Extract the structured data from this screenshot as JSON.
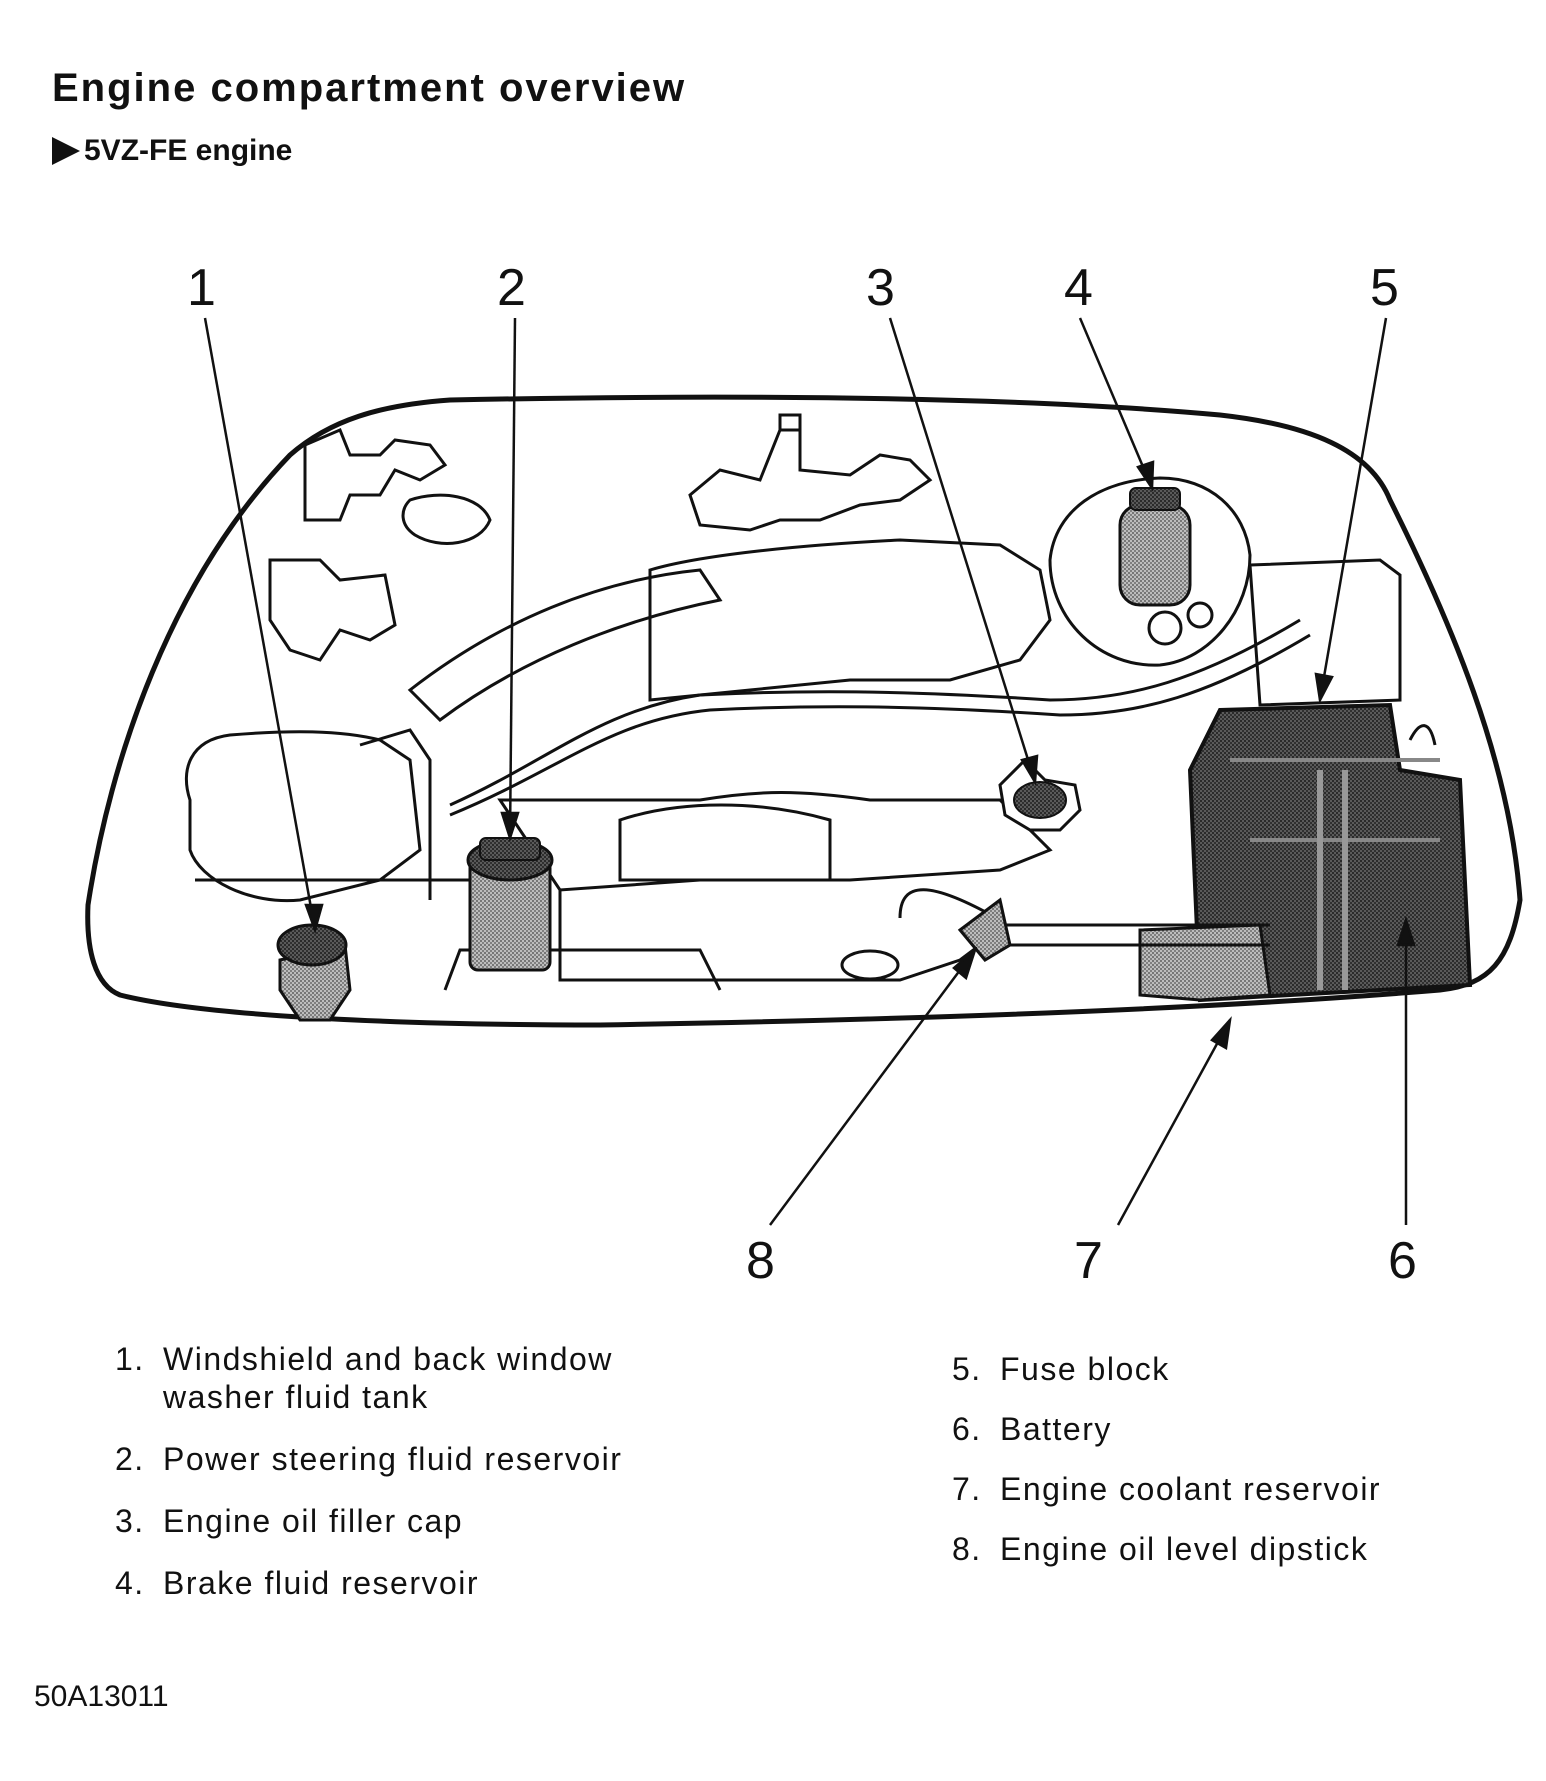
{
  "header": {
    "title": "Engine compartment overview",
    "subtitle": "5VZ-FE engine"
  },
  "callouts": [
    {
      "number": "1",
      "label": "Windshield and back window washer fluid tank"
    },
    {
      "number": "2",
      "label": "Power steering fluid reservoir"
    },
    {
      "number": "3",
      "label": "Engine oil filler cap"
    },
    {
      "number": "4",
      "label": "Brake fluid reservoir"
    },
    {
      "number": "5",
      "label": "Fuse block"
    },
    {
      "number": "6",
      "label": "Battery"
    },
    {
      "number": "7",
      "label": "Engine coolant reservoir"
    },
    {
      "number": "8",
      "label": "Engine oil level dipstick"
    }
  ],
  "legend": {
    "left": [
      {
        "num": "1.",
        "text": "Windshield and back window washer fluid tank"
      },
      {
        "num": "2.",
        "text": "Power steering fluid reservoir"
      },
      {
        "num": "3.",
        "text": "Engine oil filler cap"
      },
      {
        "num": "4.",
        "text": "Brake fluid reservoir"
      }
    ],
    "right": [
      {
        "num": "5.",
        "text": "Fuse block"
      },
      {
        "num": "6.",
        "text": "Battery"
      },
      {
        "num": "7.",
        "text": "Engine coolant reservoir"
      },
      {
        "num": "8.",
        "text": "Engine oil level dipstick"
      }
    ]
  },
  "figure_code": "50A13011"
}
